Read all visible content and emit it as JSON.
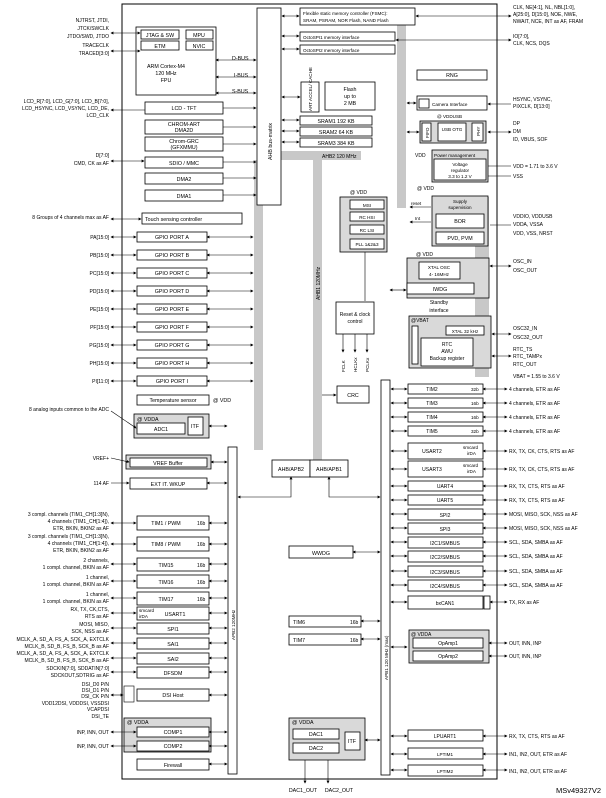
{
  "diagram_id": "MSv49327V2",
  "left_signals": [
    "NJTRST, JTDI,",
    "JTCK/SWCLK",
    "JTDO/SWD, JTDO",
    "TRACECLK",
    "TRACED[3:0]",
    "LCD_R[7:0], LCD_G[7:0], LCD_B[7:0],",
    "LCD_HSYNC, LCD_VSYNC, LCD_DE,",
    "LCD_CLK",
    "D[7:0]",
    "CMD, CK as AF",
    "8 Groups of 4 channels max as AF",
    "PA[15:0]",
    "PB[15:0]",
    "PC[15:0]",
    "PD[15:0]",
    "PE[15:0]",
    "PF[15:0]",
    "PG[15:0]",
    "PH[15:0]",
    "PI[11:0]",
    "8 analog inputs common to the ADC",
    "VREF+",
    "114 AF",
    "3 compl. channels (TIM1_CH[1:3]N),",
    "4 channels (TIM1_CH[1:4]),",
    "ETR, BKIN, BKIN2 as AF",
    "3 compl. channels (TIM1_CH[1:3]N),",
    "4 channels (TIM1_CH[1:4]),",
    "ETR, BKIN, BKIN2 as AF",
    "2 channels,",
    "1 compl. channel, BKIN as AF",
    "1 channel,",
    "1 compl. channel, BKIN as AF",
    "1 channel,",
    "1 compl. channel, BKIN as AF",
    "RX, TX, CK,CTS,",
    "RTS as AF",
    "MOSI, MISO,",
    "SCK, NSS as AF",
    "MCLK_A, SD_A, FS_A, SCK_A, EXTCLK",
    "MCLK_B, SD_B, FS_B, SCK_B as AF",
    "MCLK_A, SD_A, FS_A, SCK_A, EXTCLK",
    "MCLK_B, SD_B, FS_B, SCK_B as AF",
    "SDCKIN[7:0], SDDATIN[7:0]",
    "SDCKOUT,SDTRIG as AF",
    "DSI_D0 P/N",
    "DSI_D1 P/N",
    "DSI_CK P/N",
    "VDD12DSI, VDDDSI, VSSDSI",
    "VCAPDSI",
    "DSI_TE",
    "INP, INN, OUT",
    "INP, INN, OUT"
  ],
  "right_signals": [
    "CLK, NE[4:1], NL, NBL[1:0],",
    "A[25:0], D[15:0], NOE, NWE,",
    "NWAIT, NCE, INT as AF, FRAM",
    "IO[7:0],",
    "CLK, NCS, DQS",
    "HSYNC, VSYNC,",
    "PIXCLK, D[13:0]",
    "DP",
    "DM",
    "ID, VBUS, SOF",
    "VDD = 1.71 to 3.6 V",
    "VSS",
    "VDDIO, VDDUSB",
    "VDDA, VSSA",
    "VDD, VSS, NRST",
    "OSC_IN",
    "OSC_OUT",
    "OSC32_IN",
    "OSC32_OUT",
    "RTC_TS",
    "RTC_TAMPx",
    "RTC_OUT",
    "VBAT = 1.55 to 3.6 V",
    "4 channels, ETR as AF",
    "4 channels, ETR as AF",
    "4 channels, ETR as AF",
    "4 channels, ETR as AF",
    "RX, TX, CK, CTS, RTS as AF",
    "RX, TX, CK, CTS, RTS as AF",
    "RX, TX, CTS, RTS as AF",
    "RX, TX, CTS, RTS as AF",
    "MOSI, MISO, SCK, NSS as AF",
    "MOSI, MISO, SCK, NSS as AF",
    "SCL, SDA, SMBA as AF",
    "SCL, SDA, SMBA as AF",
    "SCL, SDA, SMBA as AF",
    "SCL, SDA, SMBA as AF",
    "TX, RX as AF",
    "OUT, INN, INP",
    "OUT, INN, INP",
    "RX, TX, CTS, RTS as AF",
    "IN1, IN2, OUT, ETR as AF",
    "IN1, IN2, OUT, ETR as AF"
  ],
  "bottom_signals": [
    "DAC1_OUT",
    "DAC2_OUT"
  ],
  "blocks": {
    "jtag": "JTAG & SW",
    "mpu": "MPU",
    "etm": "ETM",
    "nvic": "NVIC",
    "cpu1": "ARM Cortex-M4",
    "cpu2": "120 MHz",
    "cpu3": "FPU",
    "dbus": "D-BUS",
    "ibus": "I-BUS",
    "sbus": "S-BUS",
    "lcd": "LCD - TFT",
    "chromart1": "CHROM-ART",
    "chromart2": "DMA2D",
    "chromgrc1": "Chrom-GRC",
    "chromgrc2": "(GFXMMU)",
    "sdio": "SDIO / MMC",
    "dma2": "DMA2",
    "dma1": "DMA1",
    "touch": "Touch sensing controller",
    "gpio": [
      "GPIO PORT A",
      "GPIO PORT B",
      "GPIO PORT C",
      "GPIO PORT D",
      "GPIO PORT E",
      "GPIO PORT F",
      "GPIO PORT G",
      "GPIO PORT H",
      "GPIO PORT I"
    ],
    "temp": "Temperature sensor",
    "vdd": "@ VDD",
    "vdda": "@ VDDA",
    "adc1": "ADC1",
    "itf": "ITF",
    "vrefbuf": "VREF Buffer",
    "extit": "EXT IT. WKUP",
    "tim1": "TIM1 / PWM",
    "tim8": "TIM8 / PWM",
    "tim15": "TIM15",
    "tim16": "TIM16",
    "tim17": "TIM17",
    "b16": "16b",
    "smcard": "smcard",
    "irda": "irDA",
    "usart1": "USART1",
    "spi1": "SPI1",
    "sai1": "SAI1",
    "sai2": "SAI2",
    "dfsdm": "DFSDM",
    "dsihost": "DSI Host",
    "comp1": "COMP1",
    "comp2": "COMP2",
    "firewall": "Firewall",
    "fsmc1": "Flexible static memory controller (FSMC):",
    "fsmc2": "SRAM, PSRAM, NOR Flash, NAND Flash",
    "ospi1": "OctoSPI1 memory interface",
    "ospi2": "OctoSPI2 memory interface",
    "rng": "RNG",
    "flash1": "Flash",
    "flash2": "up to",
    "flash3": "2 MB",
    "art": "ART ACCEL/ CACHE",
    "sram1": "SRAM1 192 KB",
    "sram2": "SRAM2 64 KB",
    "sram3": "SRAM3 384 KB",
    "ahb2": "AHB2 120 MHz",
    "ahbmatrix": "AHB bus-matrix",
    "camera": "Camera Interface",
    "vddusb": "@ VDDUSB",
    "usbotg": "USB OTG",
    "fifo": "FIFO",
    "phy": "PHY",
    "pm1": "Power management",
    "pm2": "Voltage",
    "pm3": "regulator",
    "pm4": "3.3 to 1.2 V",
    "vddlabel": "VDD",
    "supply1": "Supply",
    "supply2": "supervision",
    "bor": "BOR",
    "pvd": "PVD, PVM",
    "reset": "reset",
    "int": "Int",
    "msi": "MSI",
    "rc16": "RC HSI",
    "rclsi": "RC LSI",
    "pll": "PLL 1&2&3",
    "rcc1": "Reset & clock",
    "rcc2": "control",
    "fclk": "FCLK",
    "hclk": "HCLKx",
    "pclk": "PCLKx",
    "xtal1": "XTAL OSC",
    "xtal2": "4- 16MHz",
    "iwdg": "IWDG",
    "standby1": "Standby",
    "standby2": "interface",
    "vbat": "@VBAT",
    "xtal32": "XTAL 32 kHz",
    "rtc1": "RTC",
    "rtc2": "AWU",
    "rtc3": "Backup register",
    "crc": "CRC",
    "ahb1": "AHB1 120MHz",
    "apb2": "APB2 120MHz",
    "apb1": "APB1 120 MHz (max)",
    "ahbapb2": "AHB/APB2",
    "ahbapb1": "AHB/APB1",
    "wwdg": "WWDG",
    "tim6": "TIM6",
    "tim7": "TIM7",
    "dac1": "DAC1",
    "dac2": "DAC2",
    "tim2": "TIM2",
    "tim3": "TIM3",
    "tim4": "TIM4",
    "tim5": "TIM5",
    "b32": "32b",
    "usart2": "USART2",
    "usart3": "USART3",
    "uart4": "UART4",
    "uart5": "UART5",
    "spi2": "SPI2",
    "spi3": "SPI3",
    "i2c1": "I2C1/SMBUS",
    "i2c2": "I2C2/SMBUS",
    "i2c3": "I2C3/SMBUS",
    "i2c4": "I2C4/SMBUS",
    "bxcan1": "bxCAN1",
    "opamp1": "OpAmp1",
    "opamp2": "OpAmp2",
    "lpuart1": "LPUART1",
    "lptim1": "LPTIM1",
    "lptim2": "LPTIM2"
  }
}
